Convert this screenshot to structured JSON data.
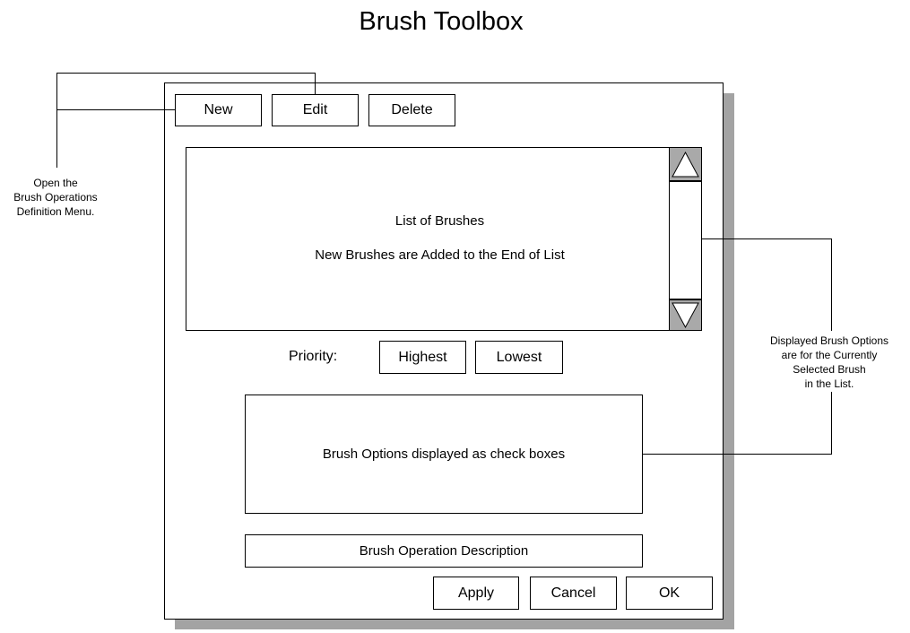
{
  "title": "Brush Toolbox",
  "toolbar": {
    "new_label": "New",
    "edit_label": "Edit",
    "delete_label": "Delete"
  },
  "brush_list": {
    "line1": "List of Brushes",
    "line2": "New Brushes are Added to the End of List"
  },
  "priority": {
    "label": "Priority:",
    "highest_label": "Highest",
    "lowest_label": "Lowest"
  },
  "options_box": {
    "text": "Brush Options displayed as check boxes"
  },
  "description_box": {
    "text": "Brush Operation Description"
  },
  "footer": {
    "apply_label": "Apply",
    "cancel_label": "Cancel",
    "ok_label": "OK"
  },
  "annotations": {
    "left": [
      "Open the",
      "Brush Operations",
      "Definition Menu."
    ],
    "right": [
      "Displayed Brush Options",
      "are for the Currently",
      "Selected Brush",
      "in the List."
    ]
  },
  "icons": {
    "scroll_up": "triangle-up-icon",
    "scroll_down": "triangle-down-icon"
  }
}
